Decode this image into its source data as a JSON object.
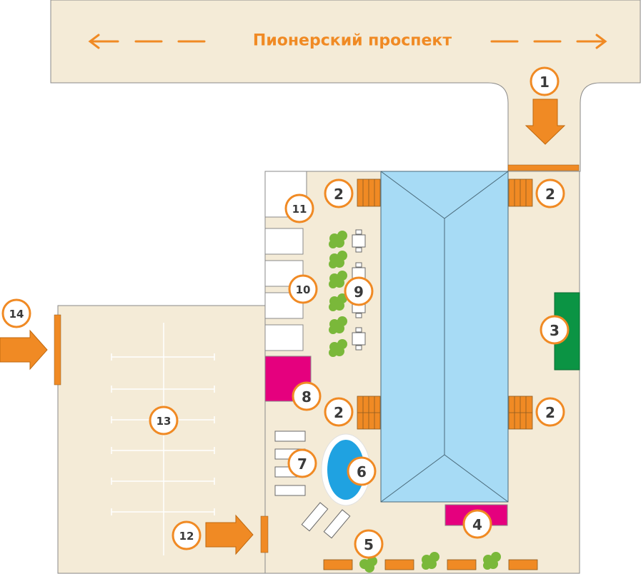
{
  "street": {
    "name": "Пионерский проспект"
  },
  "colors": {
    "ground": "#f4ebd7",
    "outline": "#8a8a8a",
    "accent": "#f08a24",
    "pool": "#a7dbf5",
    "magenta": "#e5007e",
    "green_block": "#0b9444",
    "shrub": "#7ab83a",
    "small_pool": "#1fa2e1"
  },
  "markers": {
    "m1": "1",
    "m2a": "2",
    "m2b": "2",
    "m2c": "2",
    "m2d": "2",
    "m3": "3",
    "m4": "4",
    "m5": "5",
    "m6": "6",
    "m7": "7",
    "m8": "8",
    "m9": "9",
    "m10": "10",
    "m11": "11",
    "m12": "12",
    "m13": "13",
    "m14": "14"
  },
  "icons": {
    "entrance_arrow": "arrow-icon",
    "shrub": "shrub-icon",
    "street_arrow": "double-arrow-icon"
  }
}
